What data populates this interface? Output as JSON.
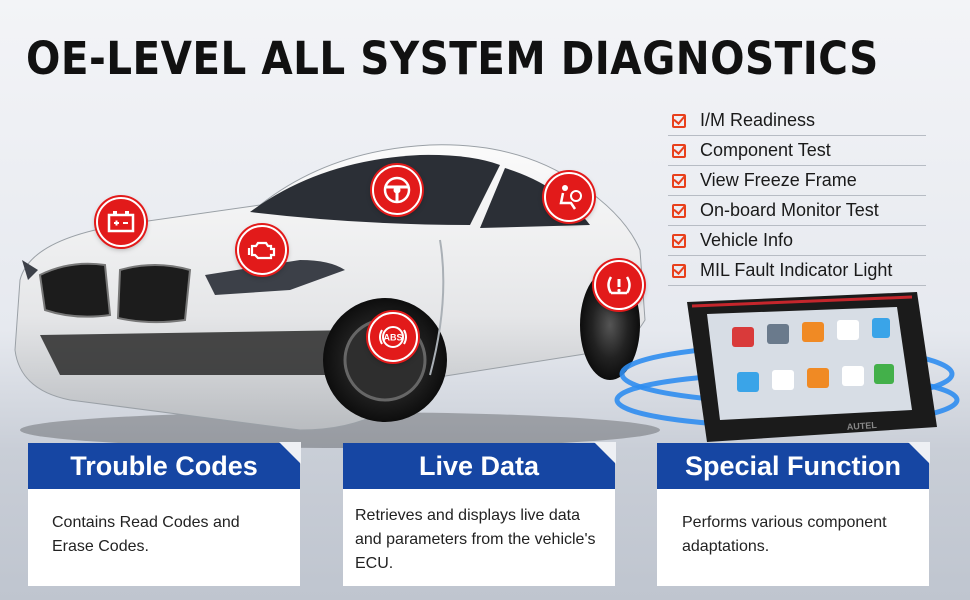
{
  "title": "OE-LEVEL ALL SYSTEM DIAGNOSTICS",
  "features": [
    "I/M Readiness",
    "Component Test",
    "View Freeze Frame",
    "On-board Monitor Test",
    "Vehicle Info",
    "MIL Fault Indicator Light"
  ],
  "badges": [
    "battery-icon",
    "steering-wheel-icon",
    "airbag-icon",
    "engine-icon",
    "tpms-icon",
    "abs-icon"
  ],
  "badge_abs_text": "ABS",
  "device_brand": "AUTEL",
  "cards": [
    {
      "title": "Trouble Codes",
      "body": "Contains Read Codes and Erase Codes."
    },
    {
      "title": "Live Data",
      "body": "Retrieves and displays live data and parameters from the vehicle's ECU."
    },
    {
      "title": "Special Function",
      "body": "Performs various component adaptations."
    }
  ],
  "colors": {
    "accent_red": "#e21a1a",
    "header_blue": "#1646a3",
    "check_orange": "#e8401c"
  }
}
